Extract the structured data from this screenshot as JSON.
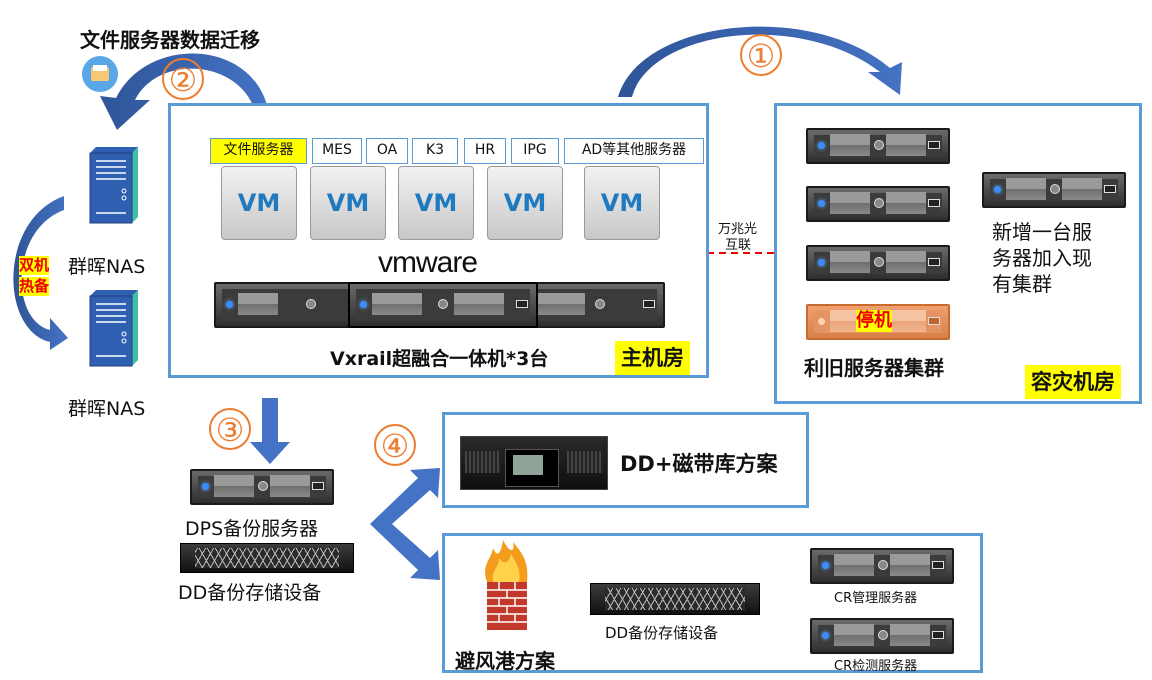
{
  "title": "文件服务器数据迁移",
  "steps": {
    "one": "①",
    "two": "②",
    "three": "③",
    "four": "④"
  },
  "main_room": {
    "label": "主机房",
    "services": [
      "文件服务器",
      "MES",
      "OA",
      "K3",
      "HR",
      "IPG",
      "AD等其他服务器"
    ],
    "vm_label": "VM",
    "hypervisor_logo": "vmware",
    "hardware_label": "Vxrail超融合一体机*3台"
  },
  "link": {
    "line1": "万兆光",
    "line2": "互联"
  },
  "dr_room": {
    "label": "容灾机房",
    "cluster_label": "利旧服务器集群",
    "stopped_label": "停机",
    "new_server_text": [
      "新增一台服",
      "务器加入现",
      "有集群"
    ]
  },
  "nas": {
    "label_top": "群晖NAS",
    "label_bottom": "群晖NAS",
    "ha_label_line1": "双机",
    "ha_label_line2": "热备"
  },
  "backup": {
    "dps_label": "DPS备份服务器",
    "dd_label": "DD备份存储设备"
  },
  "tape_solution": {
    "label": "DD+磁带库方案"
  },
  "vault_solution": {
    "label": "避风港方案",
    "dd_label": "DD备份存储设备",
    "cr_mgmt_label": "CR管理服务器",
    "cr_detect_label": "CR检测服务器"
  },
  "colors": {
    "box_border": "#5b9bd5",
    "arrow": "#4472c4",
    "step_number": "#ed7d31",
    "highlight": "#ffff00",
    "vm_text": "#1f7abf"
  }
}
